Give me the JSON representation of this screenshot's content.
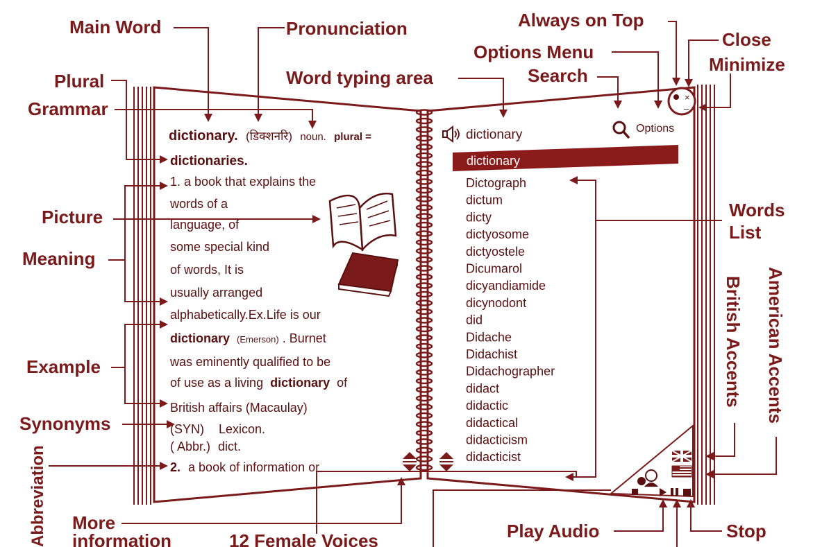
{
  "callouts": {
    "main_word": "Main Word",
    "pronunciation": "Pronunciation",
    "always_on_top": "Always on Top",
    "close": "Close",
    "minimize": "Minimize",
    "options_menu": "Options Menu",
    "search": "Search",
    "word_typing_area": "Word typing area",
    "plural": "Plural",
    "grammar": "Grammar",
    "picture": "Picture",
    "meaning": "Meaning",
    "example": "Example",
    "synonyms": "Synonyms",
    "abbreviation": "Abbreviation",
    "more_information": "More information",
    "female_voices": "12 Female Voices",
    "play_audio": "Play Audio",
    "stop": "Stop",
    "words_list_1": "Words",
    "words_list_2": "List",
    "british_accents": "British Accents",
    "american_accents": "American Accents"
  },
  "left_page": {
    "headword": "dictionary.",
    "pronunciation": "(डिक्शनरि)",
    "grammar": "noun.",
    "plural_label": "plural =",
    "plural_value": "dictionaries.",
    "meaning_1": [
      "1. a book that explains the",
      "words of a",
      "language, of",
      "some special kind",
      "of words, It is",
      "usually arranged",
      "alphabetically.Ex.Life is our"
    ],
    "example_bold": "dictionary",
    "example_source": "(Emerson)",
    "example_rest": ". Burnet",
    "example_lines": [
      "was eminently qualified to be",
      "of use as a living"
    ],
    "example_bold_2": "dictionary",
    "example_of": "of",
    "example_last": "British affairs (Macaulay)",
    "syn_label": "(SYN)",
    "syn_value": "Lexicon.",
    "abbr_label": "( Abbr.)",
    "abbr_value": "dict.",
    "meaning_2_num": "2.",
    "meaning_2": "a book of information or"
  },
  "right_page": {
    "search_value": "dictionary",
    "options_label": "Options",
    "selected_word": "dictionary",
    "words": [
      "Dictograph",
      "dictum",
      "dicty",
      "dictyosome",
      "dictyostele",
      "Dicumarol",
      "dicyandiamide",
      "dicynodont",
      "did",
      "Didache",
      "Didachist",
      "Didachographer",
      "didact",
      "didactic",
      "didactical",
      "didacticism",
      "didacticist"
    ]
  },
  "window_controls": {
    "close_glyph": "×",
    "minimize_glyph": "–"
  },
  "icons": [
    "speaker-icon",
    "search-icon",
    "open-book-icon",
    "closed-book-icon",
    "uk-flag-icon",
    "us-flag-icon",
    "play-icon",
    "pause-icon",
    "stop-icon"
  ],
  "colors": {
    "maroon": "#7a1a1a",
    "dark_maroon": "#5a1010",
    "selection": "#8b1a1a"
  }
}
